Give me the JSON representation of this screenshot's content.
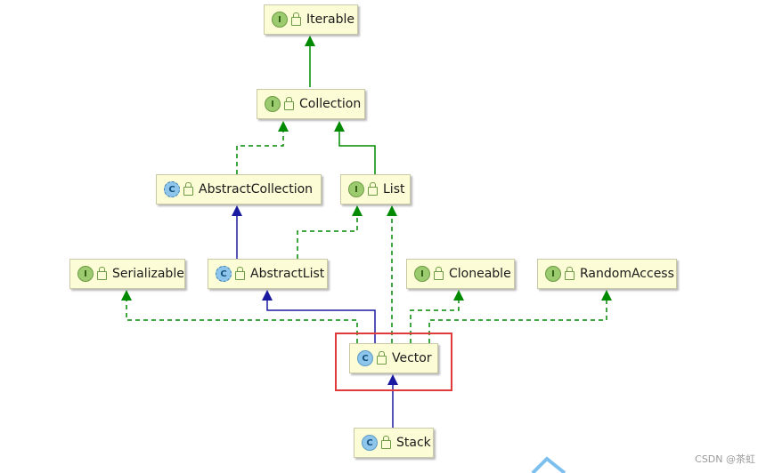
{
  "nodes": {
    "iterable": {
      "label": "Iterable",
      "kind": "I"
    },
    "collection": {
      "label": "Collection",
      "kind": "I"
    },
    "abstract_collection": {
      "label": "AbstractCollection",
      "kind": "C"
    },
    "list": {
      "label": "List",
      "kind": "I"
    },
    "serializable": {
      "label": "Serializable",
      "kind": "I"
    },
    "abstract_list": {
      "label": "AbstractList",
      "kind": "C"
    },
    "cloneable": {
      "label": "Cloneable",
      "kind": "I"
    },
    "random_access": {
      "label": "RandomAccess",
      "kind": "I"
    },
    "vector": {
      "label": "Vector",
      "kind": "C"
    },
    "stack": {
      "label": "Stack",
      "kind": "C"
    }
  },
  "colors": {
    "implements_arrow": "#008a00",
    "extends_arrow": "#1a1aa0",
    "highlight_border": "#e03a3a",
    "node_fill": "#fcfcd6"
  },
  "watermark": "CSDN @茶虹"
}
